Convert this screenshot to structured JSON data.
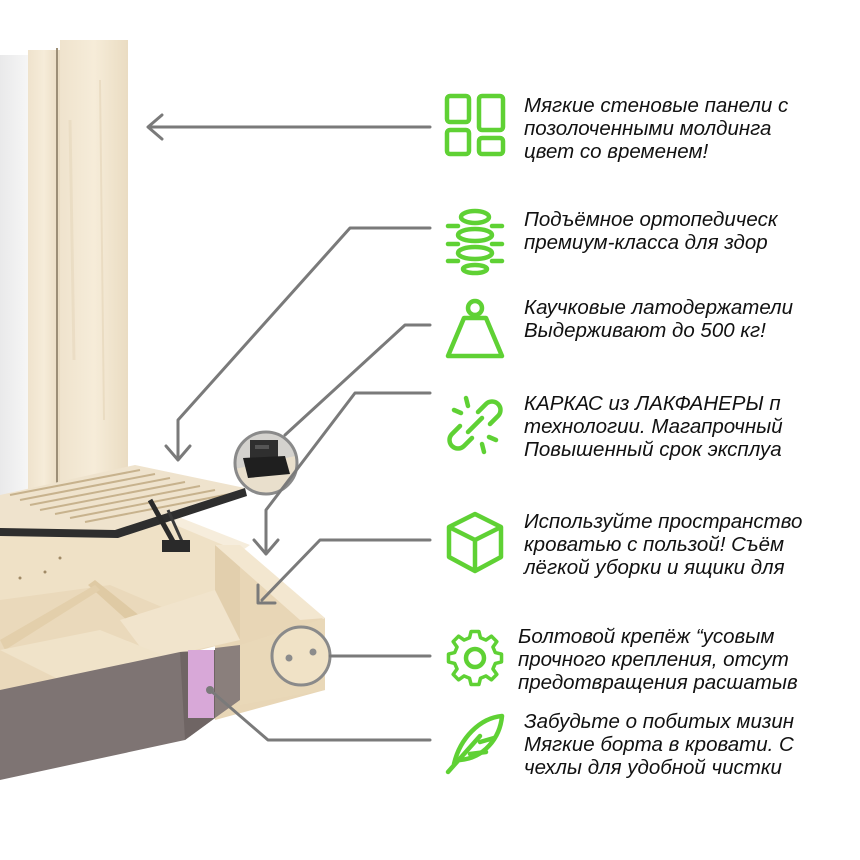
{
  "accent_color": "#5fd134",
  "line_color": "#7a7a7a",
  "features": [
    {
      "icon": "panels-icon",
      "lines": [
        "Мягкие стеновые панели с",
        "позолоченными молдинга",
        "цвет со временем!"
      ]
    },
    {
      "icon": "spine-icon",
      "lines": [
        "Подъёмное ортопедическ",
        "премиум-класса для здор"
      ]
    },
    {
      "icon": "weight-icon",
      "lines": [
        "Каучковые латодержатели",
        "Выдерживают до 500 кг!"
      ]
    },
    {
      "icon": "broken-link-icon",
      "lines": [
        "КАРКАС из ЛАКФАНЕРЫ п",
        "технологии. Магапрочный",
        "Повышенный срок эксплуа"
      ]
    },
    {
      "icon": "cube-icon",
      "lines": [
        "Используйте пространство",
        "кроватью с пользой! Съём",
        "лёгкой уборки и ящики для"
      ]
    },
    {
      "icon": "gear-icon",
      "lines": [
        "Болтовой крепёж “усовым",
        "прочного крепления, отсут",
        "предотвращения расшатыв"
      ]
    },
    {
      "icon": "feather-icon",
      "lines": [
        "Забудьте о побитых мизин",
        "Мягкие борта в кровати. С",
        "чехлы для удобной чистки"
      ]
    }
  ]
}
